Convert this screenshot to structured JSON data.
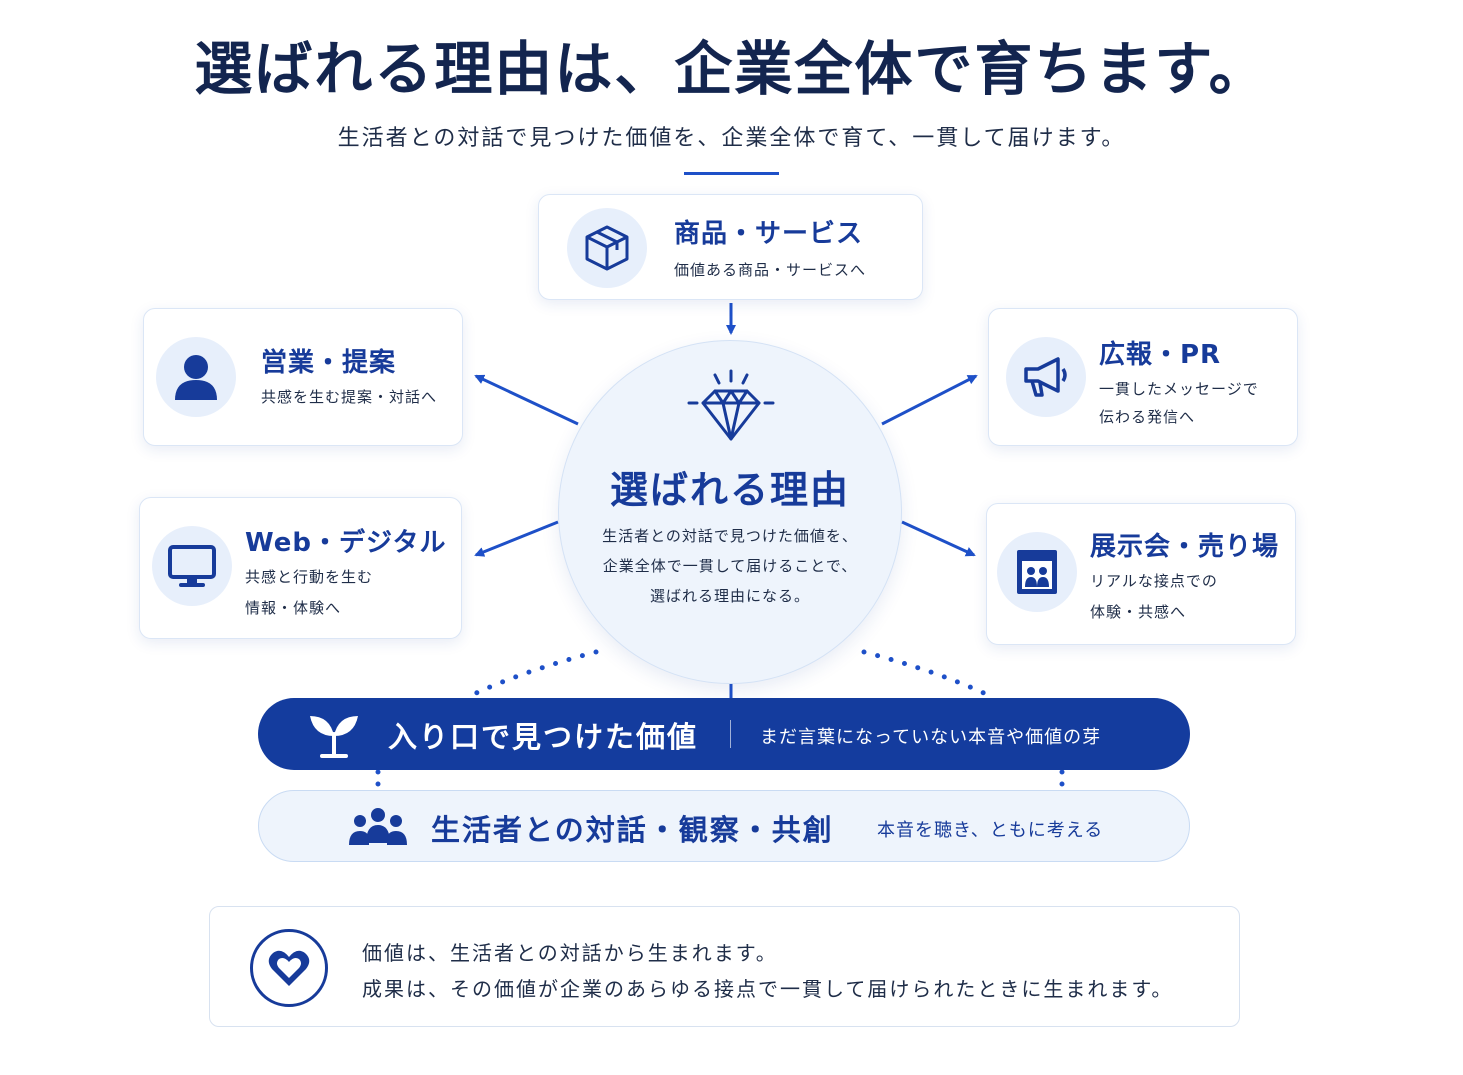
{
  "title": "選ばれる理由は、企業全体で育ちます。",
  "subtitle": "生活者との対話で見つけた価値を、企業全体で育て、一貫して届けます。",
  "center": {
    "title": "選ばれる理由",
    "desc_lines": [
      "生活者との対話で見つけた価値を、",
      "企業全体で一貫して届けることで、",
      "選ばれる理由になる。"
    ]
  },
  "cards": {
    "product": {
      "title": "商品・サービス",
      "desc_lines": [
        "価値ある商品・サービスへ"
      ],
      "icon": "box-icon"
    },
    "sales": {
      "title": "営業・提案",
      "desc_lines": [
        "共感を生む提案・対話へ"
      ],
      "icon": "person-icon"
    },
    "pr": {
      "title": "広報・PR",
      "desc_lines": [
        "一貫したメッセージで",
        "伝わる発信へ"
      ],
      "icon": "megaphone-icon"
    },
    "web": {
      "title": "Web・デジタル",
      "desc_lines": [
        "共感と行動を生む",
        "情報・体験へ"
      ],
      "icon": "monitor-icon"
    },
    "exhibit": {
      "title": "展示会・売り場",
      "desc_lines": [
        "リアルな接点での",
        "体験・共感へ"
      ],
      "icon": "booth-icon"
    }
  },
  "entry_bar": {
    "title": "入り口で見つけた価値",
    "sub": "まだ言葉になっていない本音や価値の芽",
    "icon": "sprout-icon"
  },
  "dialogue_bar": {
    "title": "生活者との対話・観察・共創",
    "sub": "本音を聴き、ともに考える",
    "icon": "people-icon"
  },
  "bottom": {
    "line1": "価値は、生活者との対話から生まれます。",
    "line2": "成果は、その価値が企業のあらゆる接点で一貫して届けられたときに生まれます。",
    "icon": "heart-icon"
  },
  "colors": {
    "primary": "#143c9e",
    "accent": "#1e50c8",
    "light": "#eef4fc",
    "text": "#13254f"
  }
}
